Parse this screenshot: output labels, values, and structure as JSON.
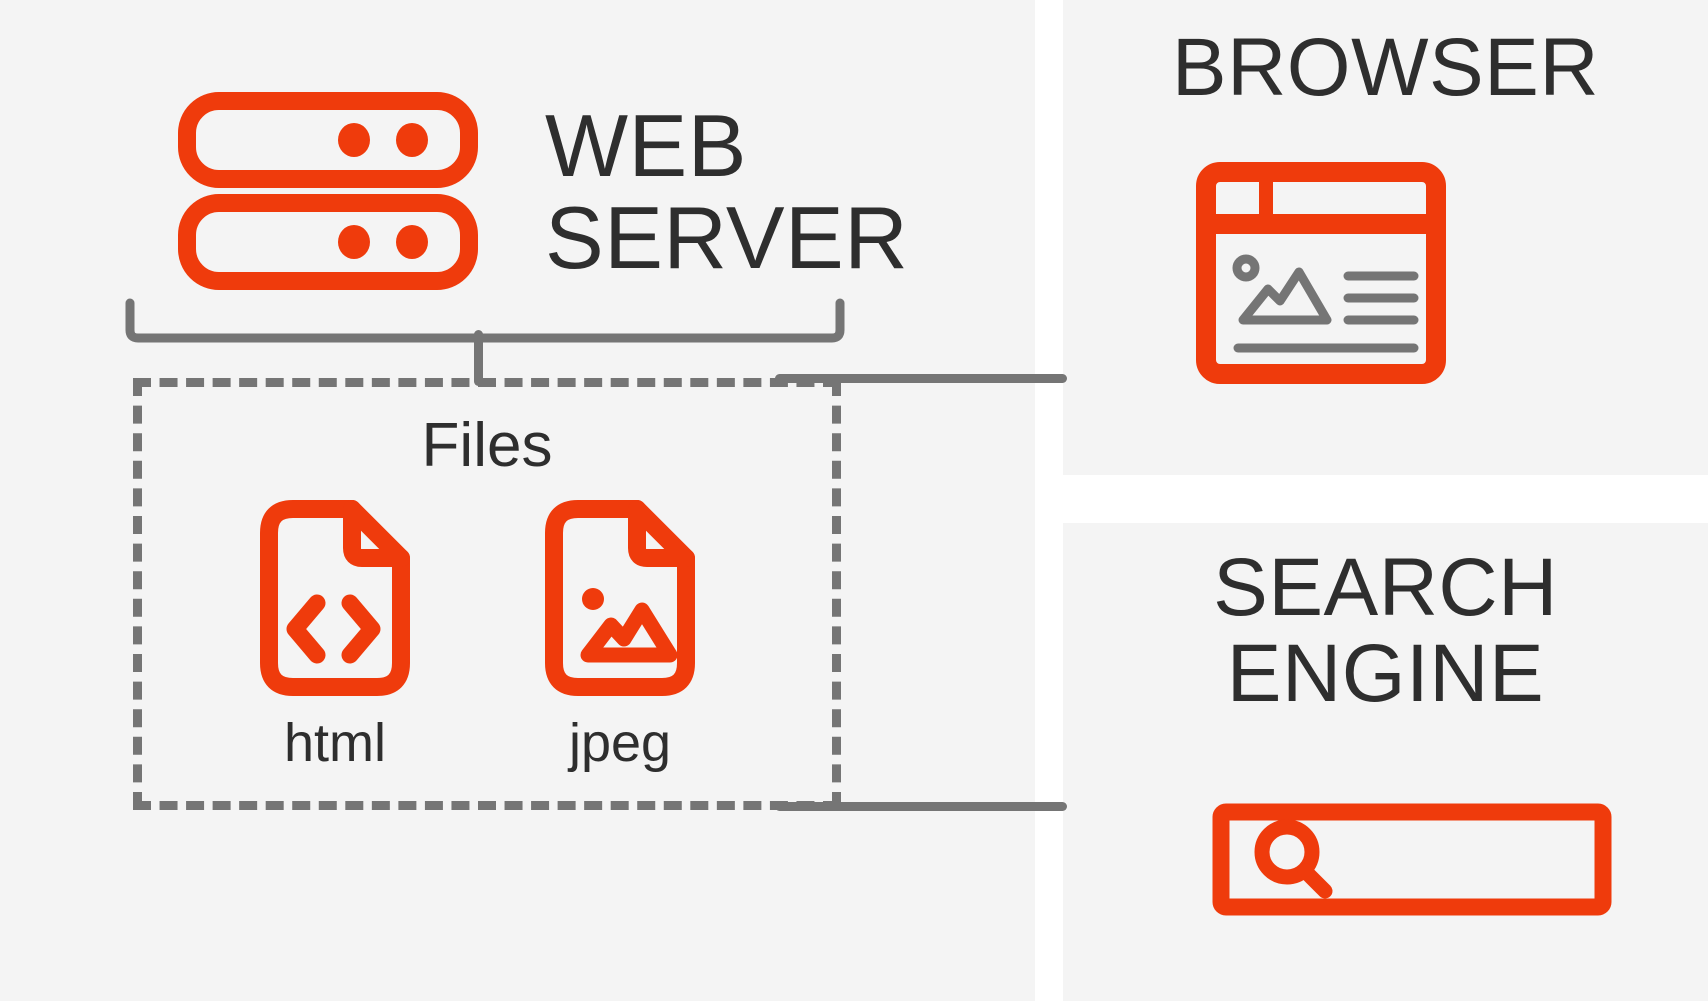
{
  "diagram": {
    "title": "Web server serving files to browser and search engine",
    "background": "#ffffff",
    "panel_bg": "#f4f4f4",
    "accent": "#ef3b0c",
    "line_color": "#757575",
    "text_color": "#2e2e2e"
  },
  "server": {
    "title": "WEB\nSERVER",
    "icon": "server-icon",
    "files_group": {
      "label": "Files",
      "items": [
        {
          "label": "html",
          "icon": "file-code-icon"
        },
        {
          "label": "jpeg",
          "icon": "file-image-icon"
        }
      ]
    }
  },
  "browser": {
    "title": "BROWSER",
    "icon": "browser-window-icon"
  },
  "search": {
    "title": "SEARCH\nENGINE",
    "icon": "search-magnifier-icon",
    "searchbox_placeholder": ""
  },
  "connectors": [
    {
      "name": "server-to-browser"
    },
    {
      "name": "server-to-search"
    },
    {
      "name": "brace-stem"
    }
  ]
}
